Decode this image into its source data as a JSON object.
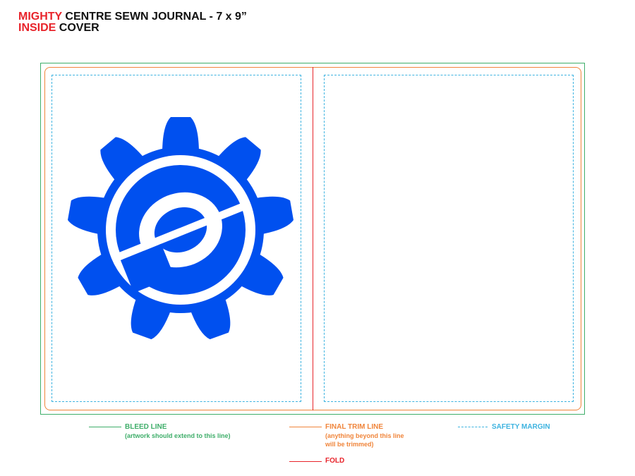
{
  "title": {
    "line1_accent": "MIGHTY",
    "line1_rest": " CENTRE SEWN JOURNAL - 7 x 9”",
    "line2_accent": "INSIDE",
    "line2_rest": " COVER"
  },
  "legend": {
    "bleed": {
      "label": "BLEED LINE",
      "note": "(artwork should extend to this line)"
    },
    "trim": {
      "label": "FINAL TRIM LINE",
      "note": "(anything beyond this line\nwill be trimmed)"
    },
    "safety": {
      "label": "SAFETY MARGIN"
    },
    "fold": {
      "label": "FOLD"
    }
  },
  "colors": {
    "accent_red": "#e8242b",
    "bleed_green": "#3fae6a",
    "trim_orange": "#f0853b",
    "safety_blue": "#3db3e0",
    "logo_blue": "#0050ef"
  },
  "icons": {
    "logo": "gear-e-logo-icon"
  }
}
